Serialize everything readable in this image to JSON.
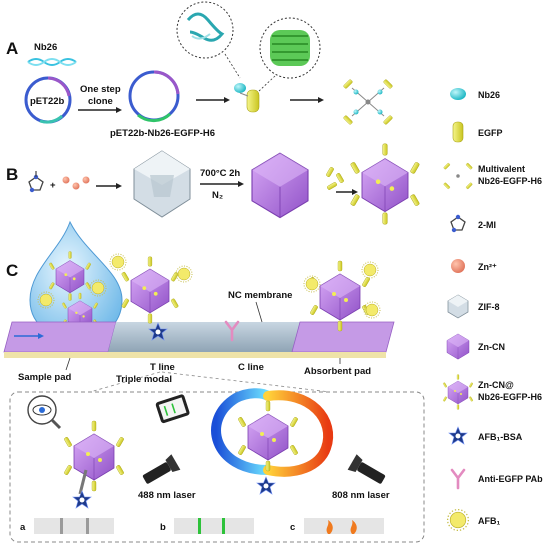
{
  "panels": {
    "a": "A",
    "b": "B",
    "c": "C"
  },
  "section_a": {
    "gene_label": "Nb26",
    "plasmid_label": "pET22b",
    "step_label_1": "One step",
    "step_label_2": "clone",
    "product_label": "pET22b-Nb26-EGFP-H6"
  },
  "section_b": {
    "condition_1": "700°C 2h",
    "condition_2": "N₂"
  },
  "section_c": {
    "nc_membrane": "NC membrane",
    "t_line": "T line",
    "c_line": "C line",
    "sample_pad": "Sample pad",
    "absorbent_pad": "Absorbent pad",
    "triple_modal": "Triple modal",
    "laser_488": "488 nm laser",
    "laser_808": "808 nm laser",
    "mode_a": "a",
    "mode_b": "b",
    "mode_c": "c"
  },
  "legend": [
    {
      "icon": "cyan-capsule-icon",
      "label": "Nb26"
    },
    {
      "icon": "yellow-cylinder-icon",
      "label": "EGFP"
    },
    {
      "icon": "multivalent-cluster-icon",
      "label": "Multivalent",
      "label2": "Nb26-EGFP-H6"
    },
    {
      "icon": "molecule-icon",
      "label": "2-MI"
    },
    {
      "icon": "salmon-sphere-icon",
      "label": "Zn²⁺"
    },
    {
      "icon": "grey-polyhedron-icon",
      "label": "ZIF-8"
    },
    {
      "icon": "purple-polyhedron-icon",
      "label": "Zn-CN"
    },
    {
      "icon": "conjugate-icon",
      "label": "Zn-CN@",
      "label2": "Nb26-EGFP-H6"
    },
    {
      "icon": "blue-star-icon",
      "label": "AFB₁-BSA"
    },
    {
      "icon": "pink-antibody-icon",
      "label": "Anti-EGFP PAb"
    },
    {
      "icon": "yellow-dotted-sphere-icon",
      "label": "AFB₁"
    }
  ],
  "colors": {
    "purple": "#b57be0",
    "cyan": "#3fd3dc",
    "yellow": "#e8e84a",
    "strip": "#aebfcc",
    "pad_purple": "#c59ae6",
    "green_line": "#2dc23a",
    "grey_line": "#9a9a9a"
  }
}
